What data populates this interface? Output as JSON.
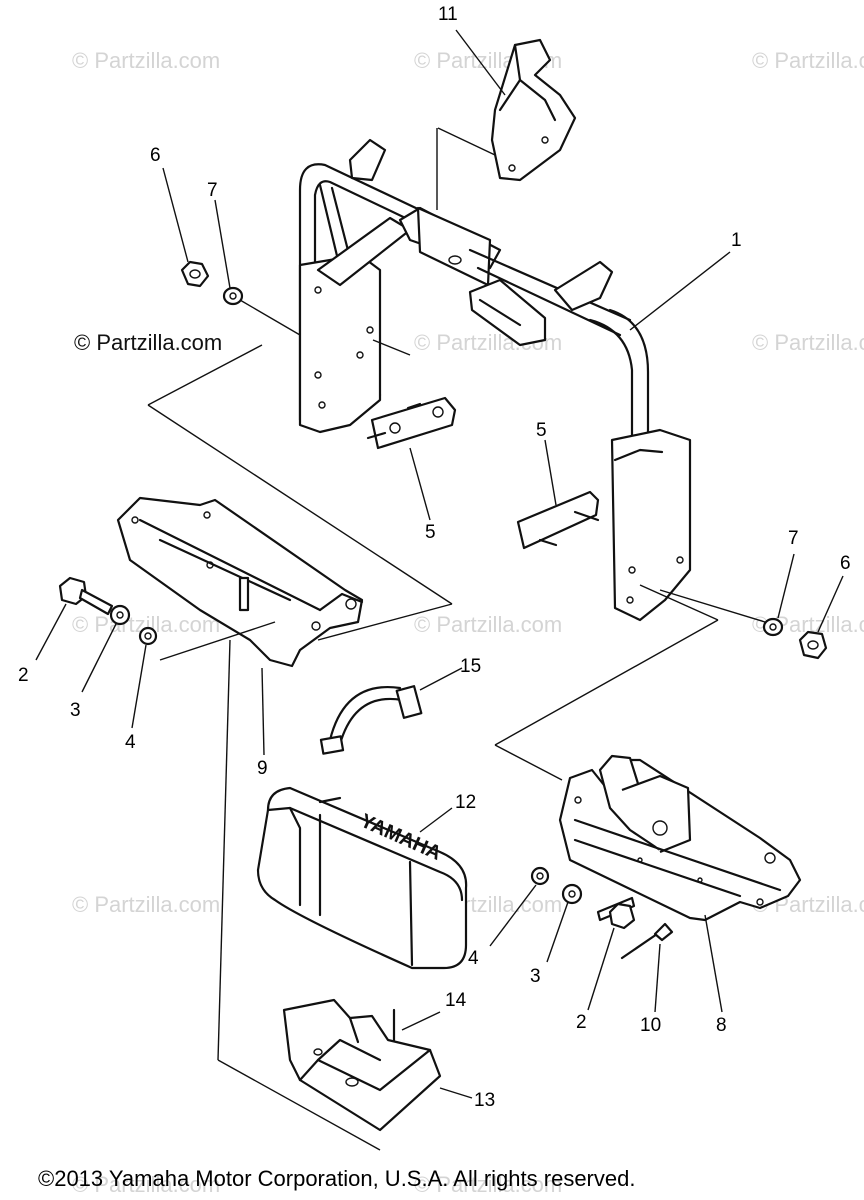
{
  "watermark": "© Partzilla.com",
  "watermark_dark": "© Partzilla.com",
  "copyright": "©2013 Yamaha Motor Corporation, U.S.A. All rights reserved.",
  "battery_brand": "YAMAHA",
  "callouts": [
    "11",
    "6",
    "7",
    "1",
    "5",
    "5",
    "7",
    "6",
    "2",
    "3",
    "4",
    "9",
    "15",
    "12",
    "4",
    "3",
    "2",
    "10",
    "8",
    "14",
    "13"
  ]
}
